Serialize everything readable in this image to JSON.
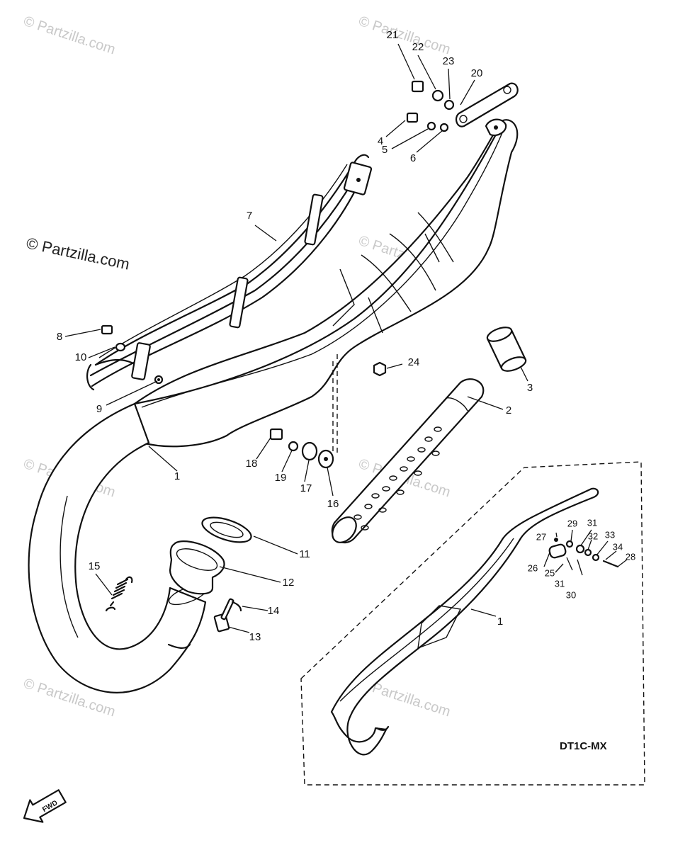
{
  "watermark": {
    "text": "© Partzilla.com"
  },
  "variant_label": "DT1C-MX",
  "fwd_label": "FWD",
  "callouts": {
    "c1a": "1",
    "c1b": "1",
    "c2": "2",
    "c3": "3",
    "c4": "4",
    "c5": "5",
    "c6": "6",
    "c7": "7",
    "c8": "8",
    "c9": "9",
    "c10": "10",
    "c11": "11",
    "c12": "12",
    "c13": "13",
    "c14": "14",
    "c15": "15",
    "c16": "16",
    "c17": "17",
    "c18": "18",
    "c19": "19",
    "c20": "20",
    "c21": "21",
    "c22": "22",
    "c23": "23",
    "c24": "24",
    "c25": "25",
    "c26": "26",
    "c27": "27",
    "c28": "28",
    "c29": "29",
    "c30": "30",
    "c31a": "31",
    "c31b": "31",
    "c32": "32",
    "c33": "33",
    "c34": "34"
  }
}
